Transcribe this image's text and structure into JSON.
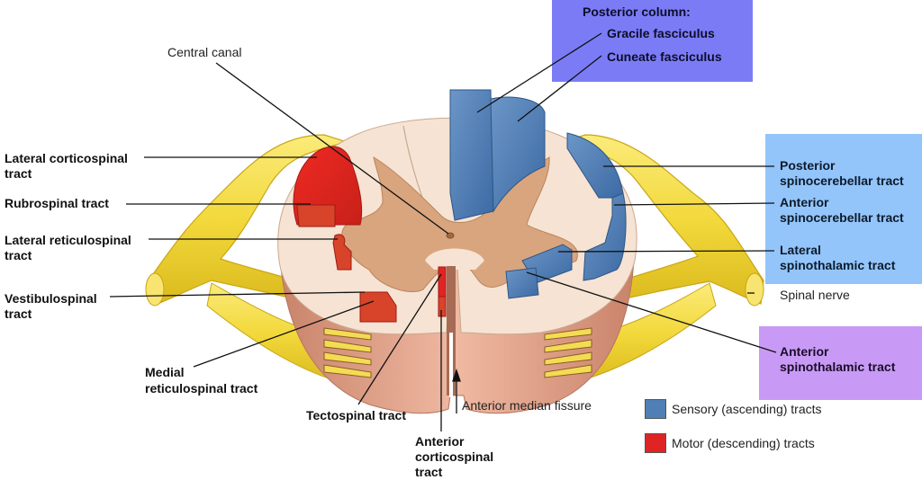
{
  "diagram": {
    "title": "Spinal cord cross-section: ascending and descending tracts",
    "labels": {
      "central_canal": "Central canal",
      "posterior_column_heading": "Posterior column:",
      "gracile_fasciculus": "Gracile fasciculus",
      "cuneate_fasciculus": "Cuneate fasciculus",
      "lateral_corticospinal_1": "Lateral corticospinal",
      "lateral_corticospinal_2": "tract",
      "rubrospinal": "Rubrospinal tract",
      "lateral_reticulospinal_1": "Lateral reticulospinal",
      "lateral_reticulospinal_2": "tract",
      "vestibulospinal_1": "Vestibulospinal",
      "vestibulospinal_2": "tract",
      "medial_reticulospinal_1": "Medial",
      "medial_reticulospinal_2": "reticulospinal tract",
      "tectospinal": "Tectospinal tract",
      "anterior_corticospinal_1": "Anterior",
      "anterior_corticospinal_2": "corticospinal",
      "anterior_corticospinal_3": "tract",
      "anterior_median_fissure": "Anterior median fissure",
      "posterior_spinocerebellar_1": "Posterior",
      "posterior_spinocerebellar_2": "spinocerebellar tract",
      "anterior_spinocerebellar_1": "Anterior",
      "anterior_spinocerebellar_2": "spinocerebellar tract",
      "lateral_spinothalamic_1": "Lateral",
      "lateral_spinothalamic_2": "spinothalamic tract",
      "spinal_nerve": "Spinal nerve",
      "anterior_spinothalamic_1": "Anterior",
      "anterior_spinothalamic_2": "spinothalamic tract"
    },
    "legend": [
      {
        "label": "Sensory (ascending) tracts",
        "color": "#4f7fb5"
      },
      {
        "label": "Motor (descending) tracts",
        "color": "#e02424"
      }
    ],
    "colors": {
      "posterior_column_box": "#7b7cf5",
      "spinocerebellar_box": "#93c5fb",
      "anterior_spinothalamic_box": "#c89af5",
      "sensory": "#4f7fb5",
      "motor": "#e02424",
      "white_matter": "#f6e3d3",
      "gray_matter": "#d9a57e",
      "nerve": "#f2d93a"
    }
  }
}
